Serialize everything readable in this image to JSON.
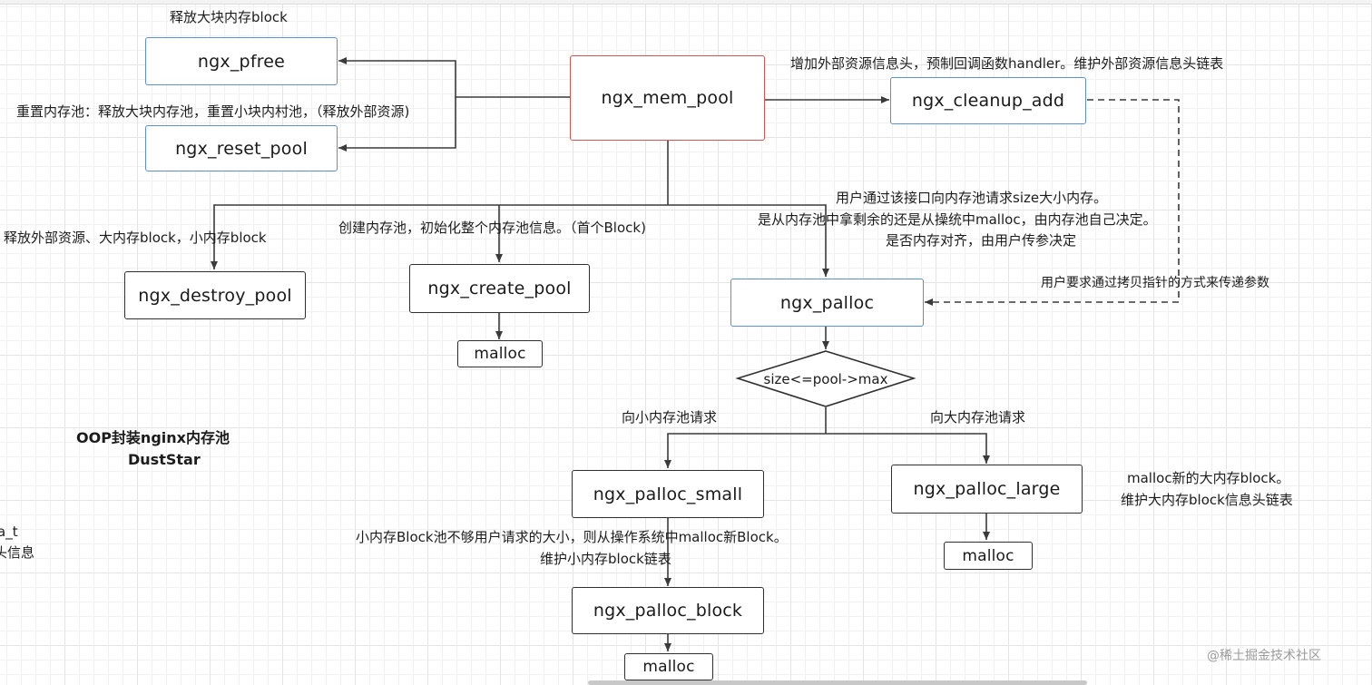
{
  "nodes": {
    "ngx_pfree": "ngx_pfree",
    "ngx_reset_pool": "ngx_reset_pool",
    "ngx_mem_pool": "ngx_mem_pool",
    "ngx_cleanup_add": "ngx_cleanup_add",
    "ngx_destroy_pool": "ngx_destroy_pool",
    "ngx_create_pool": "ngx_create_pool",
    "malloc_create": "malloc",
    "ngx_palloc": "ngx_palloc",
    "decision": "size<=pool->max",
    "ngx_palloc_small": "ngx_palloc_small",
    "ngx_palloc_large": "ngx_palloc_large",
    "malloc_large": "malloc",
    "ngx_palloc_block": "ngx_palloc_block",
    "malloc_block": "malloc"
  },
  "notes": {
    "pfree": "释放大块内存block",
    "reset_pool": "重置内存池：释放大块内存池，重置小块内村池，（释放外部资源)",
    "cleanup_add": "增加外部资源信息头，预制回调函数handler。维护外部资源信息头链表",
    "palloc_line1": "用户通过该接口向内存池请求size大小内存。",
    "palloc_line2": "是从内存池中拿剩余的还是从操统中malloc，由内存池自己决定。",
    "palloc_line3": "是否内存对齐，由用户传参决定",
    "destroy_pool": "释放外部资源、大内存block，小内存block",
    "create_pool": "创建内存池，初始化整个内存池信息。（首个Block)",
    "copy_pointer": "用户要求通过拷贝指针的方式来传递参数",
    "to_small": "向小内存池请求",
    "to_large": "向大内存池请求",
    "large_line1": "malloc新的大内存block。",
    "large_line2": "维护大内存block信息头链表",
    "small_line1": "小内存Block池不够用户请求的大小，则从操作系统中malloc新Block。",
    "small_line2": "维护小内存block链表",
    "title_line1": "OOP封装nginx内存池",
    "title_line2": "DustStar",
    "cut_line1": "a_t",
    "cut_line2": "头信息",
    "watermark": "@稀土掘金技术社区"
  },
  "colors": {
    "blue_border": "#5b8fd8",
    "red_border": "#d9534f",
    "dark_border": "#2f2f2f",
    "edge": "#3a3a3a"
  }
}
